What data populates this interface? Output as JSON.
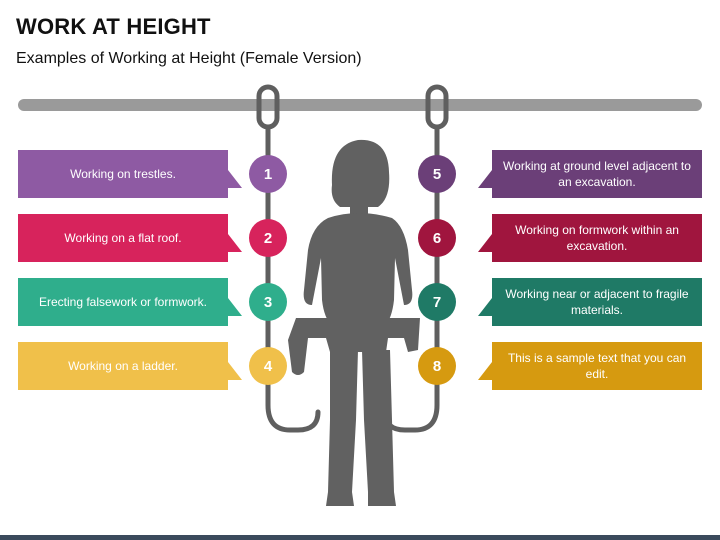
{
  "title": "WORK AT HEIGHT",
  "subtitle": "Examples of Working at Height (Female Version)",
  "colors": {
    "rail": "#9a9a9a",
    "rope": "#6b6b6b",
    "silhouette": "#616161",
    "item1": "#8e5aa3",
    "item2": "#d7235c",
    "item3": "#2fae8c",
    "item4": "#f0c04a",
    "item5": "#6b3f78",
    "item6": "#a0153e",
    "item7": "#1f7a66",
    "item8": "#d69a10"
  },
  "left_items": [
    {
      "number": "1",
      "text": "Working on trestles."
    },
    {
      "number": "2",
      "text": "Working on a flat roof."
    },
    {
      "number": "3",
      "text": "Erecting falsework or formwork."
    },
    {
      "number": "4",
      "text": "Working on a ladder."
    }
  ],
  "right_items": [
    {
      "number": "5",
      "text": "Working at ground level adjacent to an excavation."
    },
    {
      "number": "6",
      "text": "Working on formwork within an excavation."
    },
    {
      "number": "7",
      "text": "Working near or adjacent to fragile materials."
    },
    {
      "number": "8",
      "text": "This is a sample text that you can edit."
    }
  ]
}
